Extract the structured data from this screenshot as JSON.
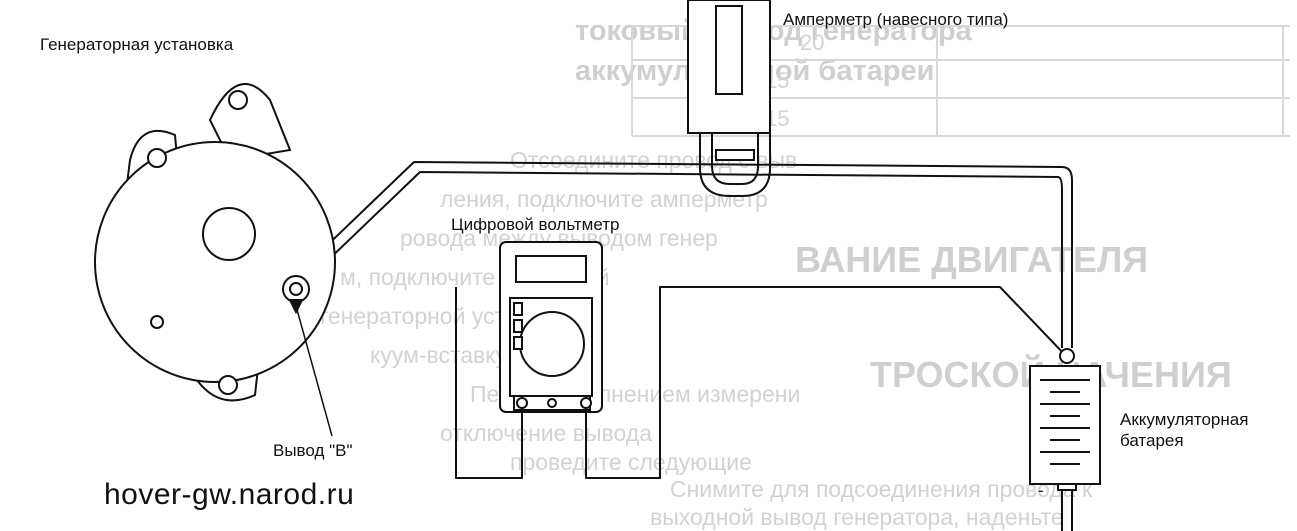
{
  "labels": {
    "alternator": "Генераторная установка",
    "ammeter": "Амперметр (навесного типа)",
    "voltmeter": "Цифровой вольтметр",
    "terminal_b": "Вывод \"B\"",
    "battery_line1": "Аккумуляторная",
    "battery_line2": "батарея",
    "battery_minus": "-"
  },
  "watermark": "hover-gw.narod.ru",
  "background_text": [
    "токовый вывод генератора",
    "аккумуляторной батареи",
    "Отсоедините провод с выв",
    "ления, подключите амперметр",
    "ровода между выводом генер",
    "м, подключите цифровой",
    "генераторной установки",
    "куум-вставку)",
    "Перед выполнением измерени",
    "отключение вывода",
    "проведите следующие",
    "ВАНИЕ ДВИГАТЕЛЯ",
    "ТРОСКОЙ НАЧЕНИЯ",
    "Снимите для подсоединения провода к",
    "выходной вывод генератора, наденьте",
    "20",
    "15",
    "15"
  ],
  "colors": {
    "line": "#111111",
    "ghost_text": "#cfcfcf"
  }
}
